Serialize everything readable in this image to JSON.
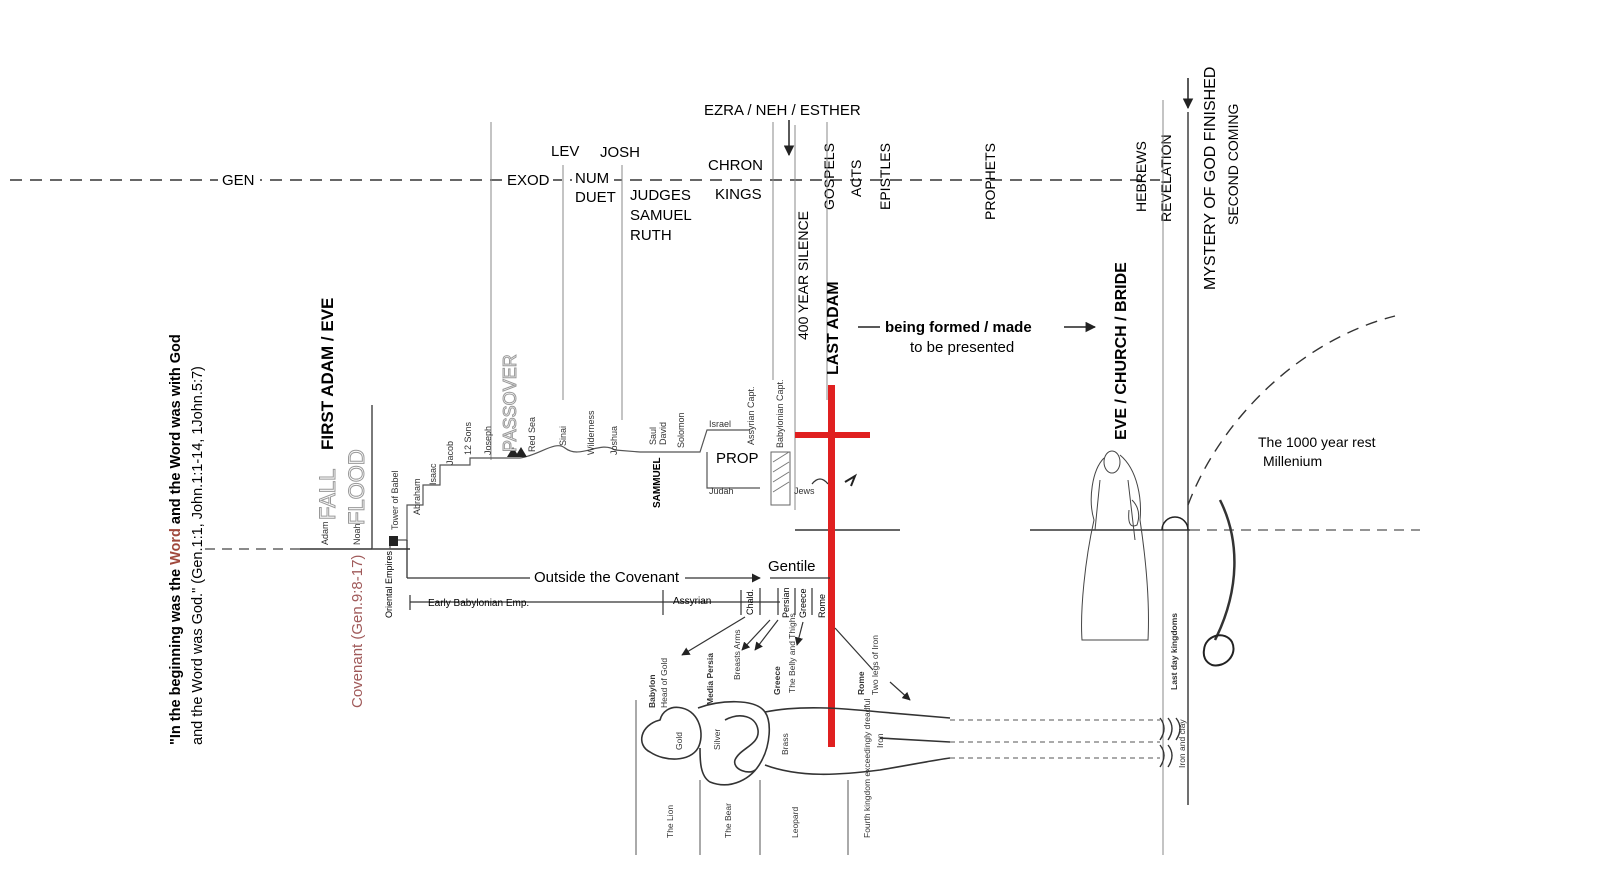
{
  "colors": {
    "ink": "#222222",
    "faint": "#7a7a7a",
    "cross": "#e02020",
    "accent_word": "#a0483c",
    "covenant": "#a05a5a"
  },
  "quote": {
    "line1_a": "\"In the beginning was the ",
    "line1_word": "Word",
    "line1_b": " and the Word was with God",
    "line2": "and the Word was God.\" (Gen.1:1, John.1:1-14, 1John.5:7)"
  },
  "books": {
    "gen": "GEN",
    "exod": "EXOD",
    "lev": "LEV",
    "num": "NUM",
    "duet": "DUET",
    "josh": "JOSH",
    "judges": "JUDGES",
    "samuel": "SAMUEL",
    "ruth": "RUTH",
    "chron": "CHRON",
    "kings": "KINGS",
    "ezra_neh_esther": "EZRA / NEH / ESTHER",
    "gospels": "GOSPELS",
    "acts": "ACTS",
    "epistles": "EPISTLES",
    "prophets": "PROPHETS",
    "hebrews": "HEBREWS",
    "revelation": "REVELATION",
    "mystery": "MYSTERY OF GOD FINISHED",
    "second_coming": "SECOND COMING"
  },
  "labels": {
    "first_adam": "FIRST ADAM / EVE",
    "fall": "FALL",
    "flood": "FLOOD",
    "covenant": "Covenant (Gen.9:8-17)",
    "passover": "PASSOVER",
    "silence": "400 YEAR SILENCE",
    "last_adam": "LAST ADAM",
    "being_formed": "being formed / made",
    "to_be_presented": "to be presented",
    "eve_church": "EVE / CHURCH / BRIDE",
    "rest_line1": "The 1000 year rest",
    "rest_line2": "Millenium",
    "outside_covenant": "Outside the Covenant",
    "gentile": "Gentile",
    "prop": "PROP"
  },
  "timeline_small": {
    "adam": "Adam",
    "noah": "Noah",
    "tower": "Tower of Babel",
    "abraham": "Abraham",
    "isaac": "Isaac",
    "jacob": "Jacob",
    "sons": "12 Sons",
    "joseph": "Joseph",
    "red_sea": "Red Sea",
    "sinai": "Sinai",
    "wilderness": "Wilderness",
    "joshua": "Joshua",
    "saul": "Saul",
    "david": "David",
    "solomon": "Solomon",
    "sammuel": "SAMMUEL",
    "israel": "Israel",
    "judah": "Judah",
    "assyrian_capt": "Assyrian Capt.",
    "babylonian_capt": "Babylonian Capt.",
    "jews": "Jews"
  },
  "empires": {
    "oriental": "Oriental Empires",
    "early_babylonian": "Early  Babylonian Emp.",
    "assyrian": "Assyrian",
    "chald": "Chald.",
    "persian": "Persian",
    "greece": "Greece",
    "rome": "Rome"
  },
  "statue": {
    "babylon": "Babylon",
    "head_gold": "Head of Gold",
    "media_persia": "Media Persia",
    "breasts_arms": "Breasts Arms",
    "greece": "Greece",
    "belly_thighs": "The Belly and Thighs",
    "rome": "Rome",
    "two_legs": "Two legs of Iron",
    "gold": "Gold",
    "silver": "Silver",
    "brass": "Brass",
    "iron": "Iron",
    "last_day": "Last day kingdoms",
    "iron_clay": "Iron and clay",
    "lion": "The Lion",
    "bear": "The Bear",
    "leopard": "Leopard",
    "fourth": "Fourth kingdom exceedingly dreadful"
  }
}
